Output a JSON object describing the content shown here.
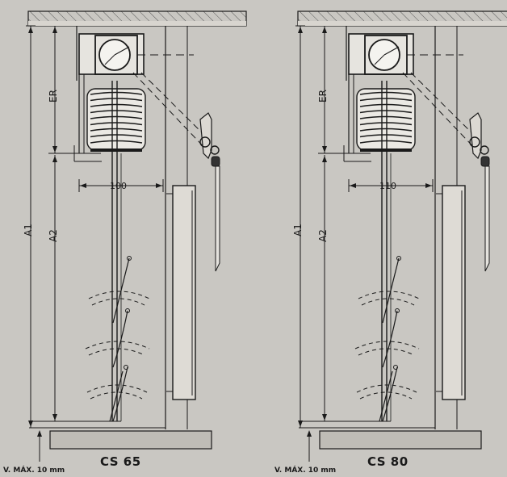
{
  "drawings": [
    {
      "model": "CS 65",
      "width_label": "100",
      "er_label": "ER",
      "a1_label": "A1",
      "a2_label": "A2",
      "vmax_label": "V. MÁX. 10 mm"
    },
    {
      "model": "CS  80",
      "width_label": "110",
      "er_label": "ER",
      "a1_label": "A1",
      "a2_label": "A2",
      "vmax_label": "V. MÁX. 10 mm"
    }
  ],
  "colors": {
    "background": "#c9c7c2",
    "line": "#1a1a1a",
    "concrete": "#d8d5cf",
    "box_fill": "#e6e4df"
  }
}
